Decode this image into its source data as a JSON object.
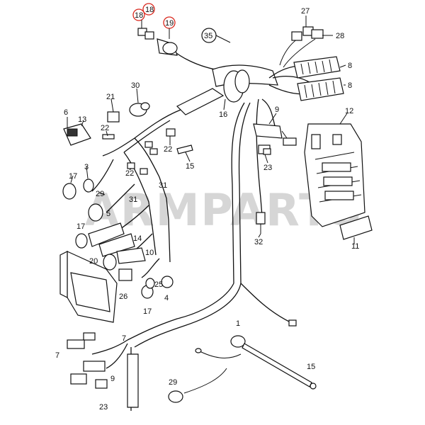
{
  "watermark": {
    "text": "ARMPARTS"
  },
  "callouts": {
    "c1": "1",
    "c4": "4",
    "c5": "5",
    "c6": "6",
    "c7a": "7",
    "c7b": "7",
    "c8a": "8",
    "c8b": "8",
    "c9a": "9",
    "c9b": "9",
    "c10": "10",
    "c11": "11",
    "c12": "12",
    "c13": "13",
    "c14": "14",
    "c15a": "15",
    "c15b": "15",
    "c16": "16",
    "c17a": "17",
    "c17b": "17",
    "c17c": "17",
    "c18a": "18",
    "c18b": "18",
    "c19": "19",
    "c20": "20",
    "c21": "21",
    "c22a": "22",
    "c22b": "22",
    "c22c": "22",
    "c23a": "23",
    "c23b": "23",
    "c25": "25",
    "c26": "26",
    "c27": "27",
    "c28": "28",
    "c29a": "29",
    "c29b": "29",
    "c30": "30",
    "c31a": "31",
    "c31b": "31",
    "c32": "32",
    "c3": "3",
    "c35": "35"
  },
  "highlight_color": "#d9261c"
}
